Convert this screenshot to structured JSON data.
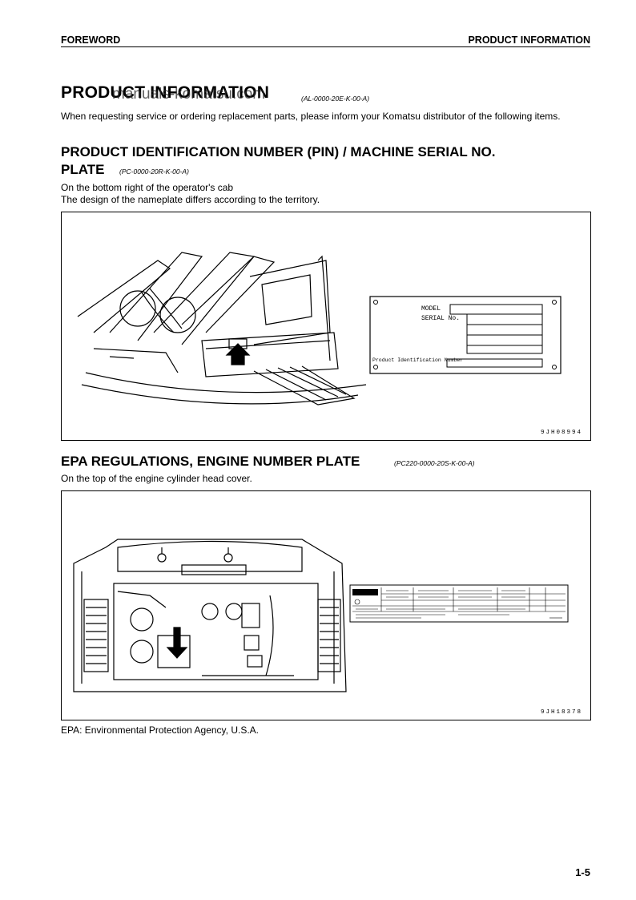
{
  "header": {
    "left": "FOREWORD",
    "right": "PRODUCT INFORMATION"
  },
  "title": {
    "text": "PRODUCT INFORMATION",
    "code": "(AL-0000-20E-K-00-A)"
  },
  "watermark": "manuals-komatsu.com",
  "intro": "When requesting service or ordering replacement parts, please inform your Komatsu distributor of the following items.",
  "pin_section": {
    "heading_line1": "PRODUCT IDENTIFICATION NUMBER (PIN) / MACHINE SERIAL NO.",
    "heading_line2": "PLATE",
    "code": "(PC-0000-20R-K-00-A)",
    "line1": "On the bottom right of the operator's cab",
    "line2": "The design of the nameplate differs according to the territory.",
    "figure_id": "9JH08994",
    "plate": {
      "model": "MODEL",
      "serial": "SERIAL No.",
      "pin": "Product Identification Number"
    }
  },
  "epa_section": {
    "heading": "EPA REGULATIONS, ENGINE NUMBER PLATE",
    "code": "(PC220-0000-20S-K-00-A)",
    "line1": "On the top of the engine cylinder head cover.",
    "figure_id": "9JH18378"
  },
  "footnote": "EPA: Environmental Protection Agency, U.S.A.",
  "page_number": "1-5"
}
